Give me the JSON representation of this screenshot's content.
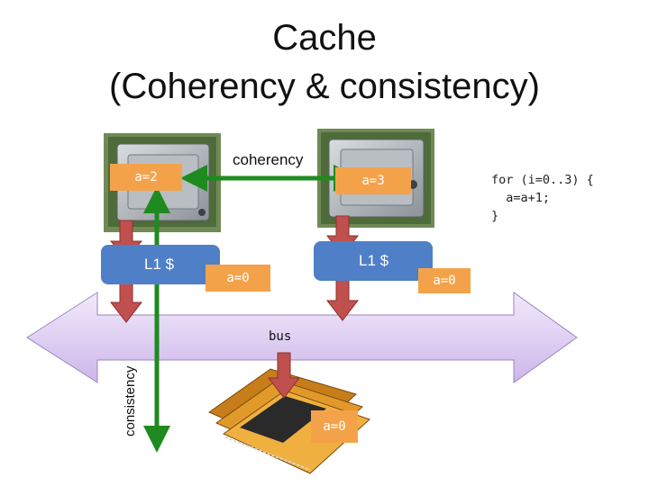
{
  "title": {
    "line1": "Cache",
    "line2": "(Coherency & consistency)"
  },
  "labels": {
    "coherency": "coherency",
    "consistency": "consistency",
    "bus": "bus"
  },
  "cpu_left": {
    "register": "a=2",
    "cache": "L1 $"
  },
  "cpu_right": {
    "register": "a=3",
    "cache": "L1 $"
  },
  "cache_values": {
    "left": "a=0",
    "right": "a=0"
  },
  "memory": {
    "value": "a=0"
  },
  "code": {
    "line1": "for (i=0..3) {",
    "line2": "  a=a+1;",
    "line3": "}"
  },
  "colors": {
    "orange": "#f4a24a",
    "cache_blue": "#4f7fc7",
    "bus_lavender": "#dcc8f0",
    "arrow_red": "#c0504d",
    "arrow_green": "#1f8a1f"
  },
  "icons": {
    "cpu": "cpu-chip-icon",
    "memory": "ram-module-icon"
  }
}
